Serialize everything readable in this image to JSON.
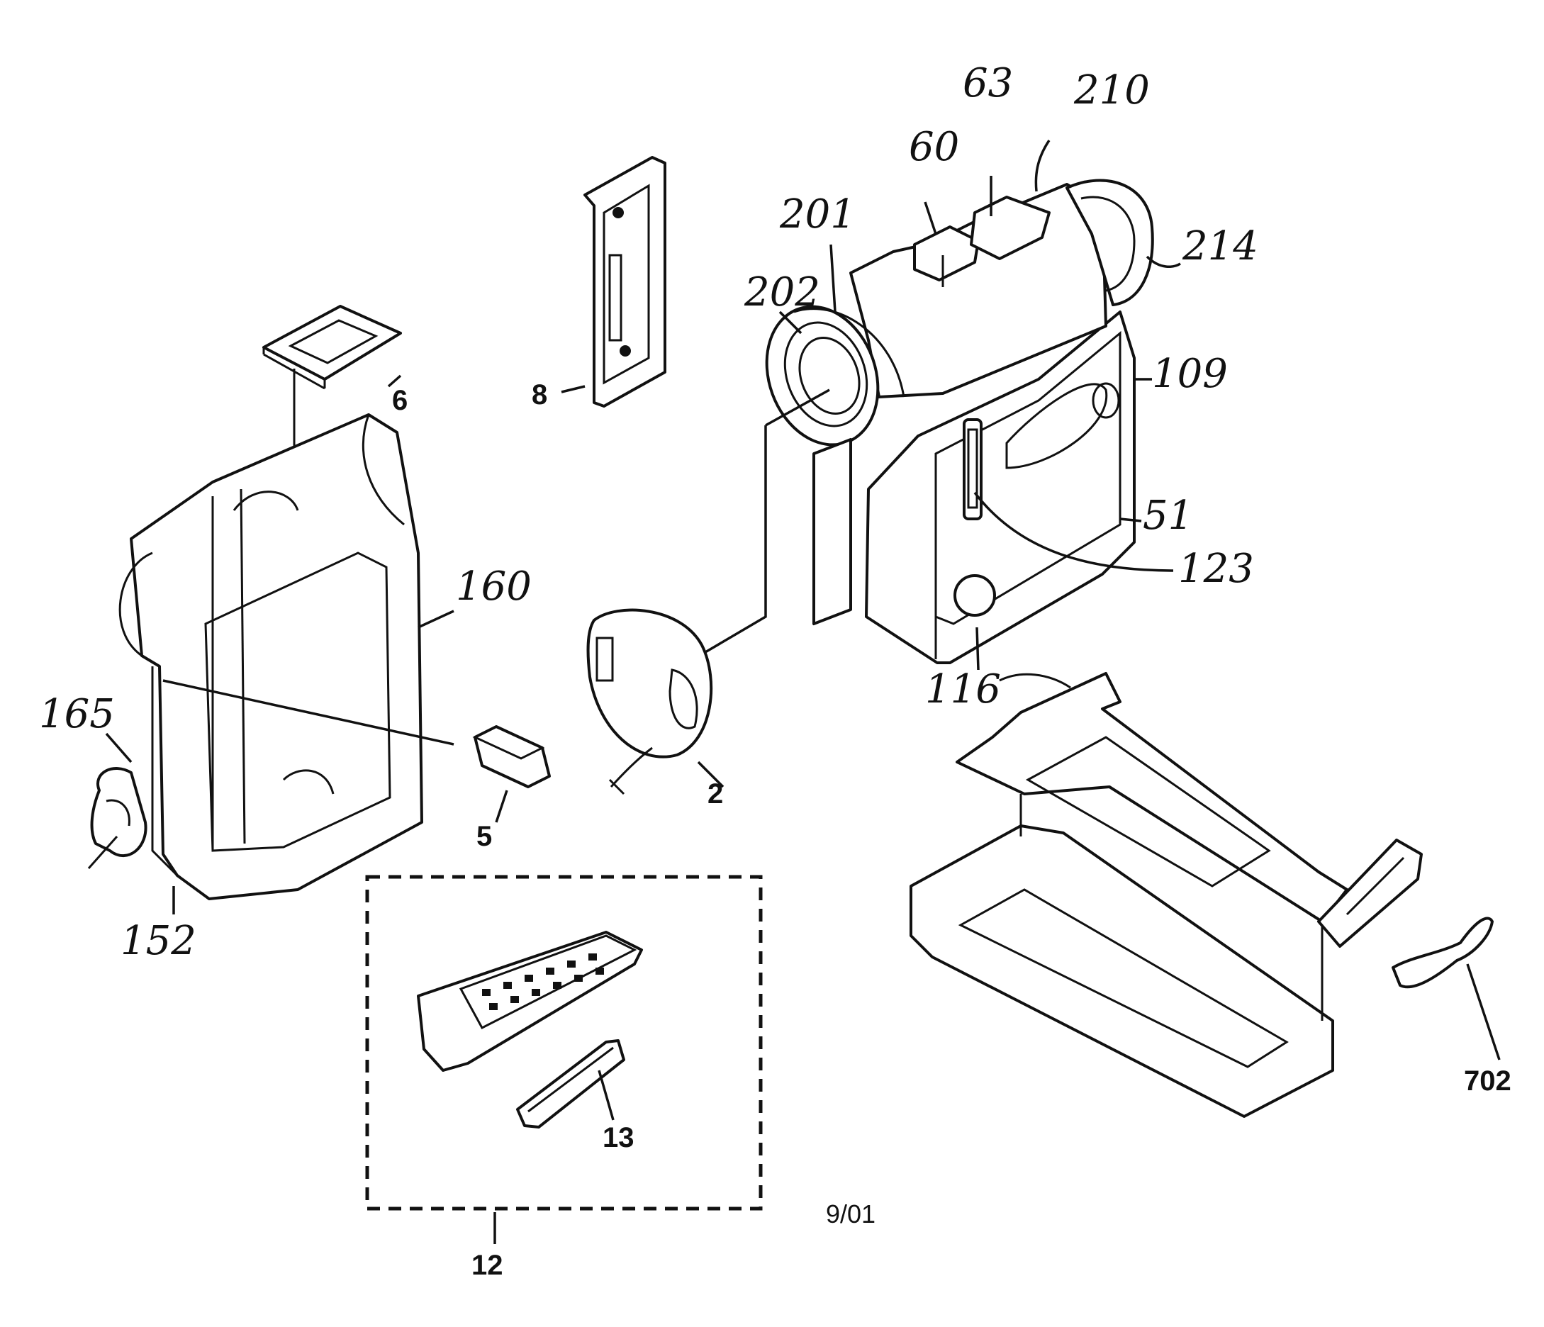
{
  "labels": {
    "l63": "63",
    "l210": "210",
    "l60": "60",
    "l201": "201",
    "l214": "214",
    "l202": "202",
    "l109": "109",
    "l8": "8",
    "l6": "6",
    "l51": "51",
    "l123": "123",
    "l160": "160",
    "l116": "116",
    "l165": "165",
    "l5": "5",
    "l2": "2",
    "l152": "152",
    "l13": "13",
    "l702": "702",
    "l12": "12",
    "date": "9/01"
  }
}
